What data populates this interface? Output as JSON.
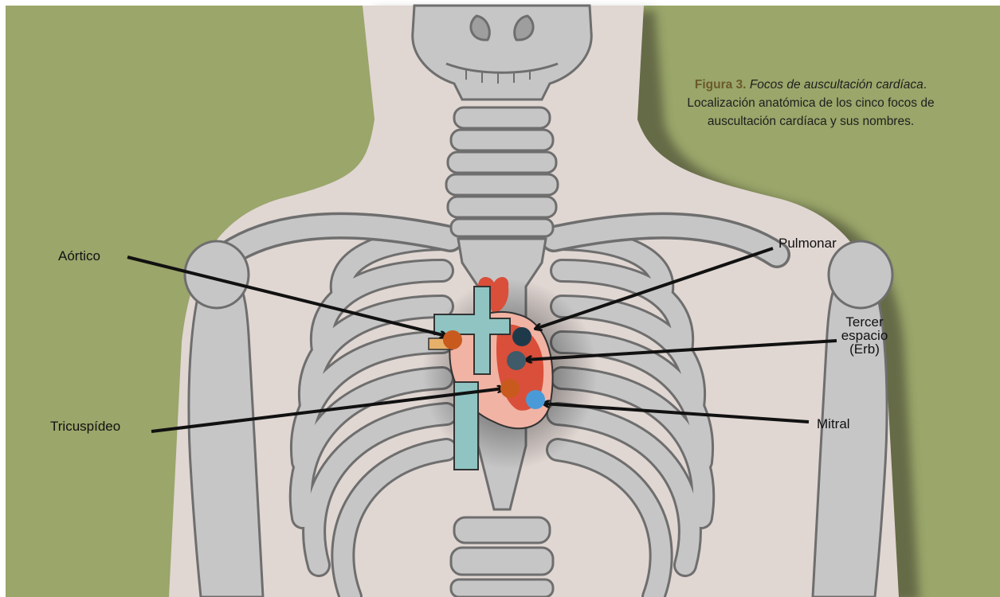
{
  "caption": {
    "figure_number": "Figura 3.",
    "title_italic": "Focos de auscultación cardíaca",
    "body": ". Localización anatómica de los cinco focos de auscultación cardíaca y sus nombres."
  },
  "labels": {
    "aortico": "Aórtico",
    "pulmonar": "Pulmonar",
    "tercer_line1": "Tercer",
    "tercer_line2": "espacio",
    "tercer_line3": "(Erb)",
    "tricuspideo": "Tricuspídeo",
    "mitral": "Mitral"
  },
  "foci": [
    {
      "name": "Aórtico",
      "color": "#c85a1e"
    },
    {
      "name": "Pulmonar",
      "color": "#1e3a4a"
    },
    {
      "name": "Tercer espacio (Erb)",
      "color": "#3f5a68"
    },
    {
      "name": "Tricuspídeo",
      "color": "#c85a1e"
    },
    {
      "name": "Mitral",
      "color": "#4a9ad8"
    }
  ],
  "colors": {
    "background": "#9aa66a",
    "body": "#e0d6d2",
    "bone": "#c6c6c6",
    "bone_outline": "#6e6e6e"
  }
}
